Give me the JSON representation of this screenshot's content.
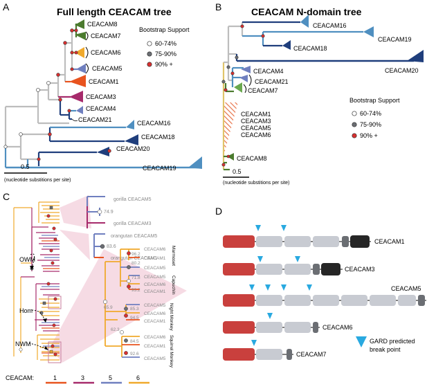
{
  "panelA": {
    "letter": "A",
    "title": "Full length CEACAM tree",
    "leaves": [
      "CEACAM8",
      "CEACAM7",
      "CEACAM6",
      "CEACAM5",
      "CEACAM1",
      "CEACAM3",
      "CEACAM4",
      "CEACAM21",
      "CEACAM16",
      "CEACAM18",
      "CEACAM20",
      "CEACAM19"
    ],
    "legend": {
      "title": "Bootstrap Support",
      "items": [
        "60-74%",
        "75-90%",
        "90% +"
      ]
    },
    "scale": {
      "value": "0.5",
      "caption": "(nucleotide substitions per site)"
    }
  },
  "panelB": {
    "letter": "B",
    "title": "CEACAM N-domain tree",
    "leaves_top": [
      "CEACAM16",
      "CEACAM19",
      "CEACAM18",
      "CEACAM20",
      "CEACAM4",
      "CEACAM21",
      "CEACAM7"
    ],
    "collapsed_group": [
      "CEACAM1",
      "CEACAM3",
      "CEACAM5",
      "CEACAM6"
    ],
    "leaf_bottom": "CEACAM8",
    "legend": {
      "title": "Bootstrap Support",
      "items": [
        "60-74%",
        "75-90%",
        "90% +"
      ]
    },
    "scale": {
      "value": "0.5",
      "caption": "(nucleotide substitions per site)"
    }
  },
  "panelC": {
    "letter": "C",
    "annotations": [
      "OWM",
      "Hom",
      "NWM"
    ],
    "hominid_leaves": [
      "gorilla CEACAM5",
      "gorilla CEACAM3",
      "orangutan CEACAM5",
      "orangutan CEACAM1"
    ],
    "hominid_support": [
      "74.9",
      "83.6"
    ],
    "nwm_leaves": [
      "CEACAM6",
      "CEACAM1",
      "CEACAM5",
      "CEACAM5",
      "CEACAM6",
      "CEACAM1",
      "CEACAM5",
      "CEACAM6",
      "CEACAM1",
      "CEACAM6",
      "CEACAM1",
      "CEACAM5"
    ],
    "nwm_support": [
      "96.2",
      "80.2",
      "71.8",
      "93.2",
      "65.9",
      "85.3",
      "94.5",
      "62.3",
      "84.5",
      "92.6"
    ],
    "species": [
      "Marmoset",
      "Capuchin",
      "Night Monkey",
      "Squirrel Monkey"
    ],
    "key_label": "CEACAM:",
    "key_items": [
      {
        "num": "1",
        "color": "#e8531e"
      },
      {
        "num": "3",
        "color": "#a62a6b"
      },
      {
        "num": "5",
        "color": "#6f7fbf"
      },
      {
        "num": "6",
        "color": "#f0a92c"
      }
    ]
  },
  "panelD": {
    "letter": "D",
    "proteins": [
      "CEACAM1",
      "CEACAM3",
      "CEACAM5",
      "CEACAM6",
      "CEACAM7"
    ],
    "legend": "GARD predicted break point",
    "colors": {
      "nterm": "#c9403d",
      "ig": "#c8cbd2",
      "tm": "#6b6e73",
      "cyto": "#262626",
      "break": "#29a9e0"
    }
  }
}
